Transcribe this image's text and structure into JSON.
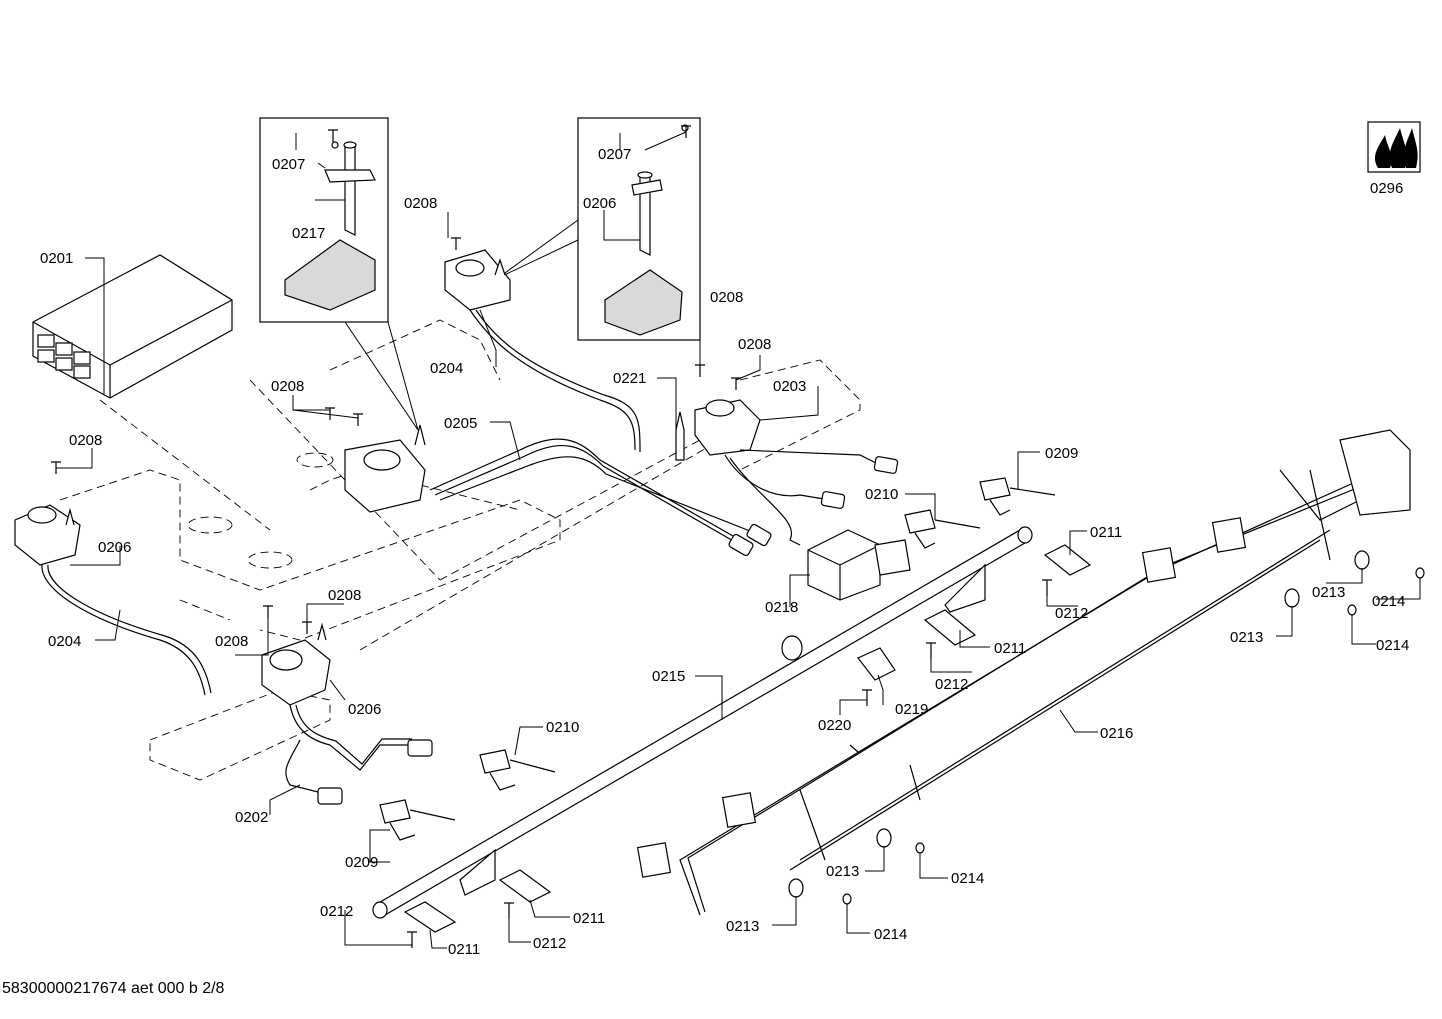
{
  "document_id": "58300000217674 aet 000 b 2/8",
  "labels": {
    "l0201": "0201",
    "l0202": "0202",
    "l0203": "0203",
    "l0204a": "0204",
    "l0204b": "0204",
    "l0205": "0205",
    "l0206a": "0206",
    "l0206b": "0206",
    "l0206c": "0206",
    "l0207a": "0207",
    "l0207b": "0207",
    "l0208a": "0208",
    "l0208b": "0208",
    "l0208c": "0208",
    "l0208d": "0208",
    "l0208e": "0208",
    "l0208f": "0208",
    "l0208g": "0208",
    "l0209a": "0209",
    "l0209b": "0209",
    "l0210a": "0210",
    "l0210b": "0210",
    "l0211a": "0211",
    "l0211b": "0211",
    "l0211c": "0211",
    "l0211d": "0211",
    "l0212a": "0212",
    "l0212b": "0212",
    "l0212c": "0212",
    "l0212d": "0212",
    "l0213a": "0213",
    "l0213b": "0213",
    "l0213c": "0213",
    "l0213d": "0213",
    "l0214a": "0214",
    "l0214b": "0214",
    "l0214c": "0214",
    "l0214d": "0214",
    "l0215": "0215",
    "l0216": "0216",
    "l0217": "0217",
    "l0218": "0218",
    "l0219": "0219",
    "l0220": "0220",
    "l0221": "0221",
    "l0296": "0296"
  },
  "icons": {
    "gas_logo": "gas-flame-icon"
  }
}
